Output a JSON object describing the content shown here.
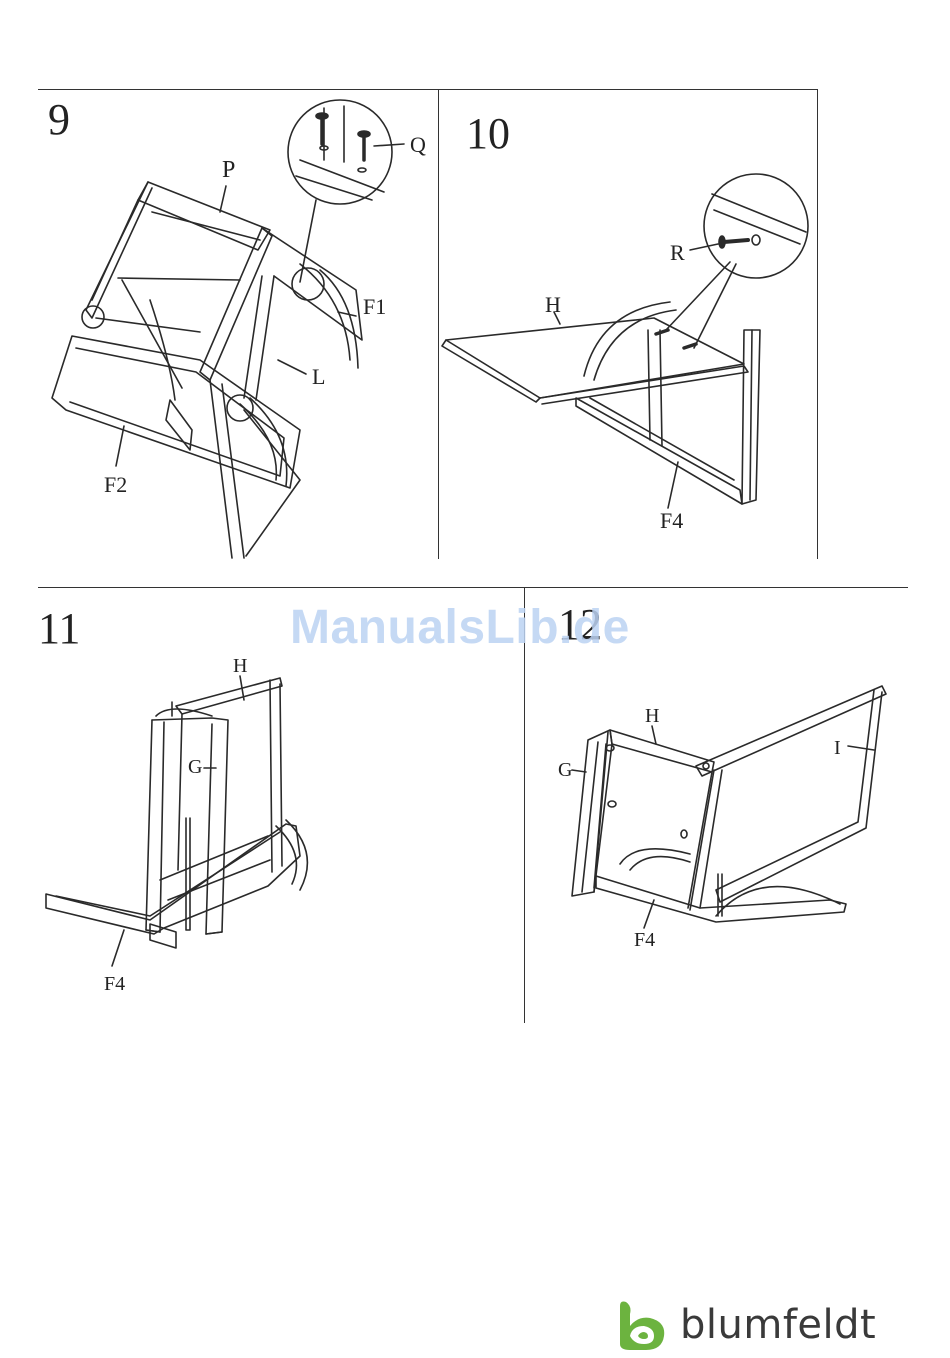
{
  "steps": [
    {
      "number": "9",
      "parts": {
        "p": "P",
        "q": "Q",
        "f1": "F1",
        "l": "L",
        "f2": "F2"
      }
    },
    {
      "number": "10",
      "parts": {
        "r": "R",
        "h": "H",
        "f4": "F4"
      }
    },
    {
      "number": "11",
      "parts": {
        "h": "H",
        "g": "G",
        "f4": "F4"
      }
    },
    {
      "number": "12",
      "parts": {
        "h": "H",
        "g": "G",
        "i": "I",
        "f4": "F4"
      }
    }
  ],
  "watermark": "ManualsLib.de",
  "brand": {
    "name": "blumfeldt",
    "accent_color": "#6cb33f"
  }
}
